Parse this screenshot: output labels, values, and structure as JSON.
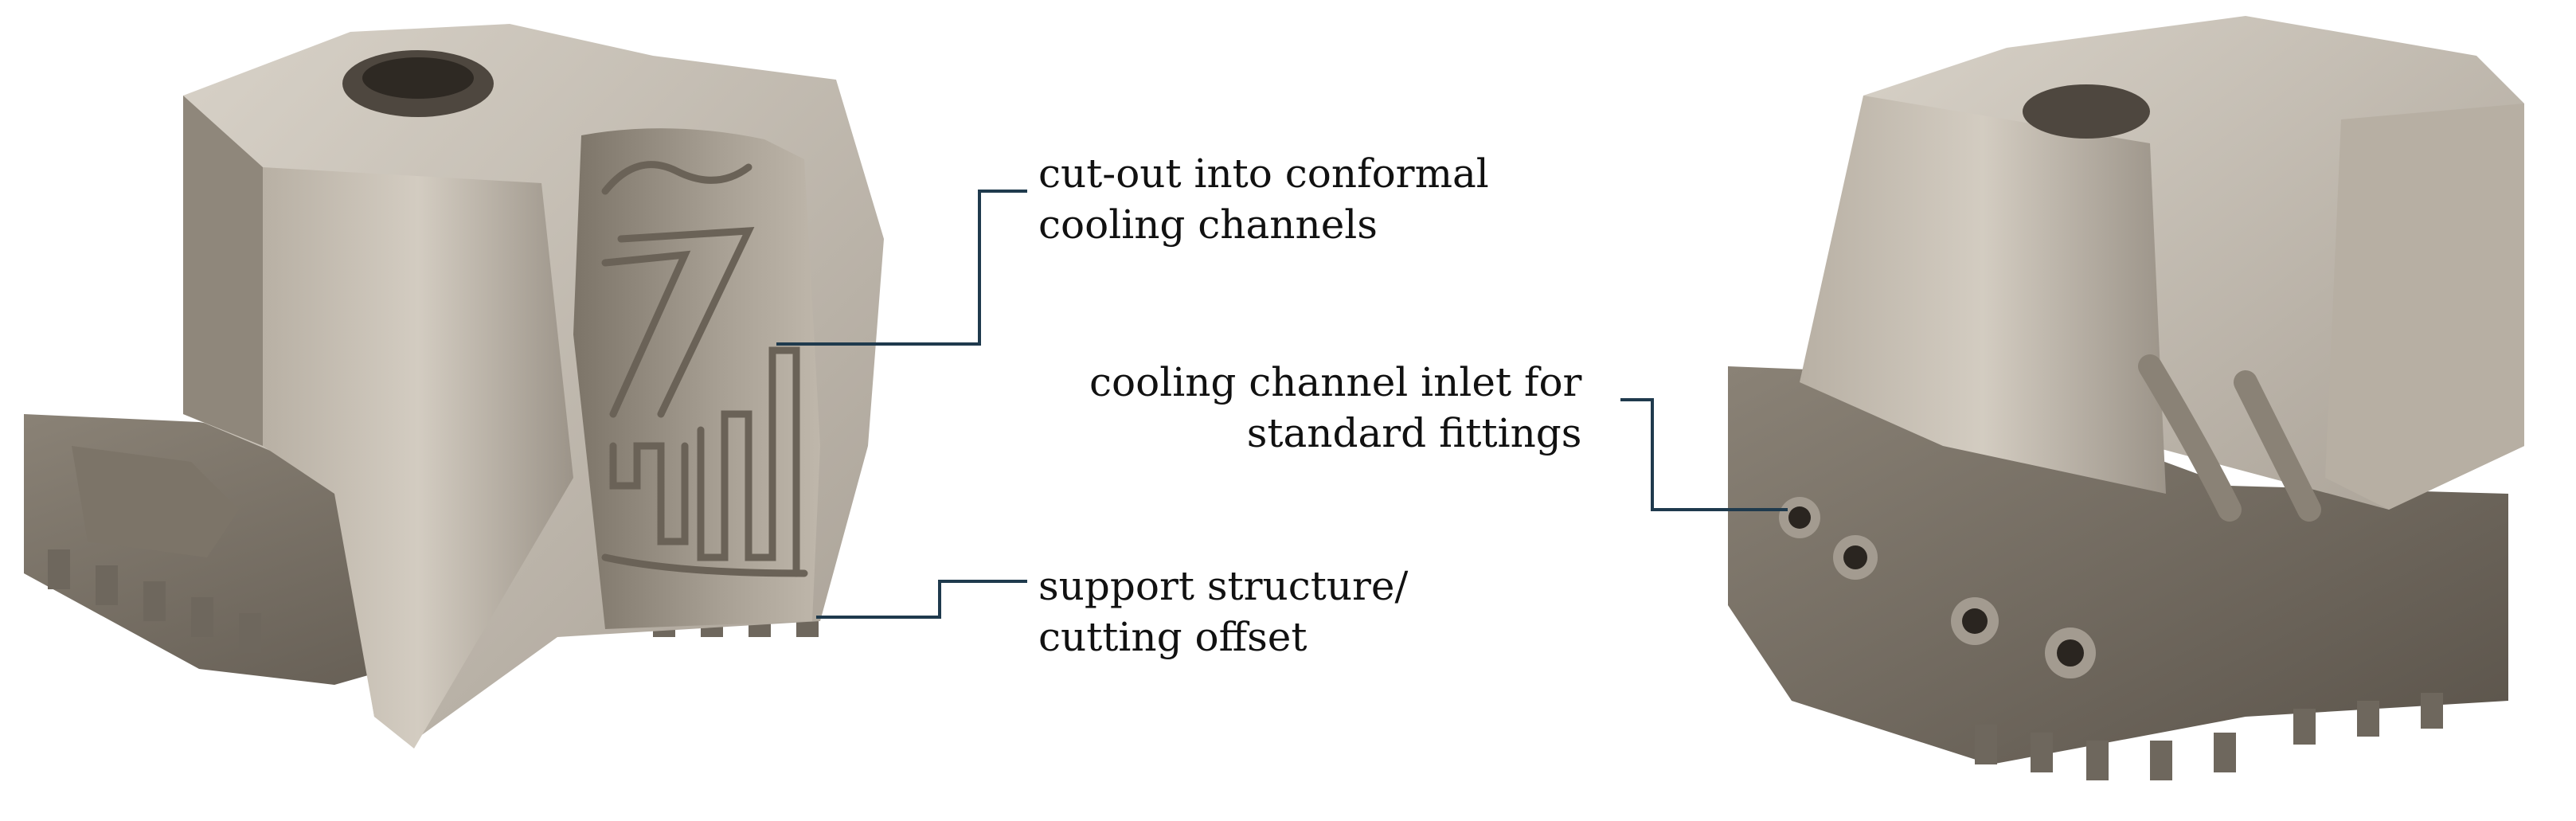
{
  "annotations": {
    "cutout": {
      "line1": "cut-out into conformal",
      "line2": "cooling channels"
    },
    "support": {
      "line1": "support structure/",
      "line2": "cutting offset"
    },
    "inlet": {
      "line1": "cooling channel inlet for",
      "line2": "standard fittings"
    }
  },
  "colors": {
    "leader_line": "#1f3a4d",
    "metal_light": "#c9c2b8",
    "metal_mid": "#9d958a",
    "metal_dark": "#5f584f"
  }
}
